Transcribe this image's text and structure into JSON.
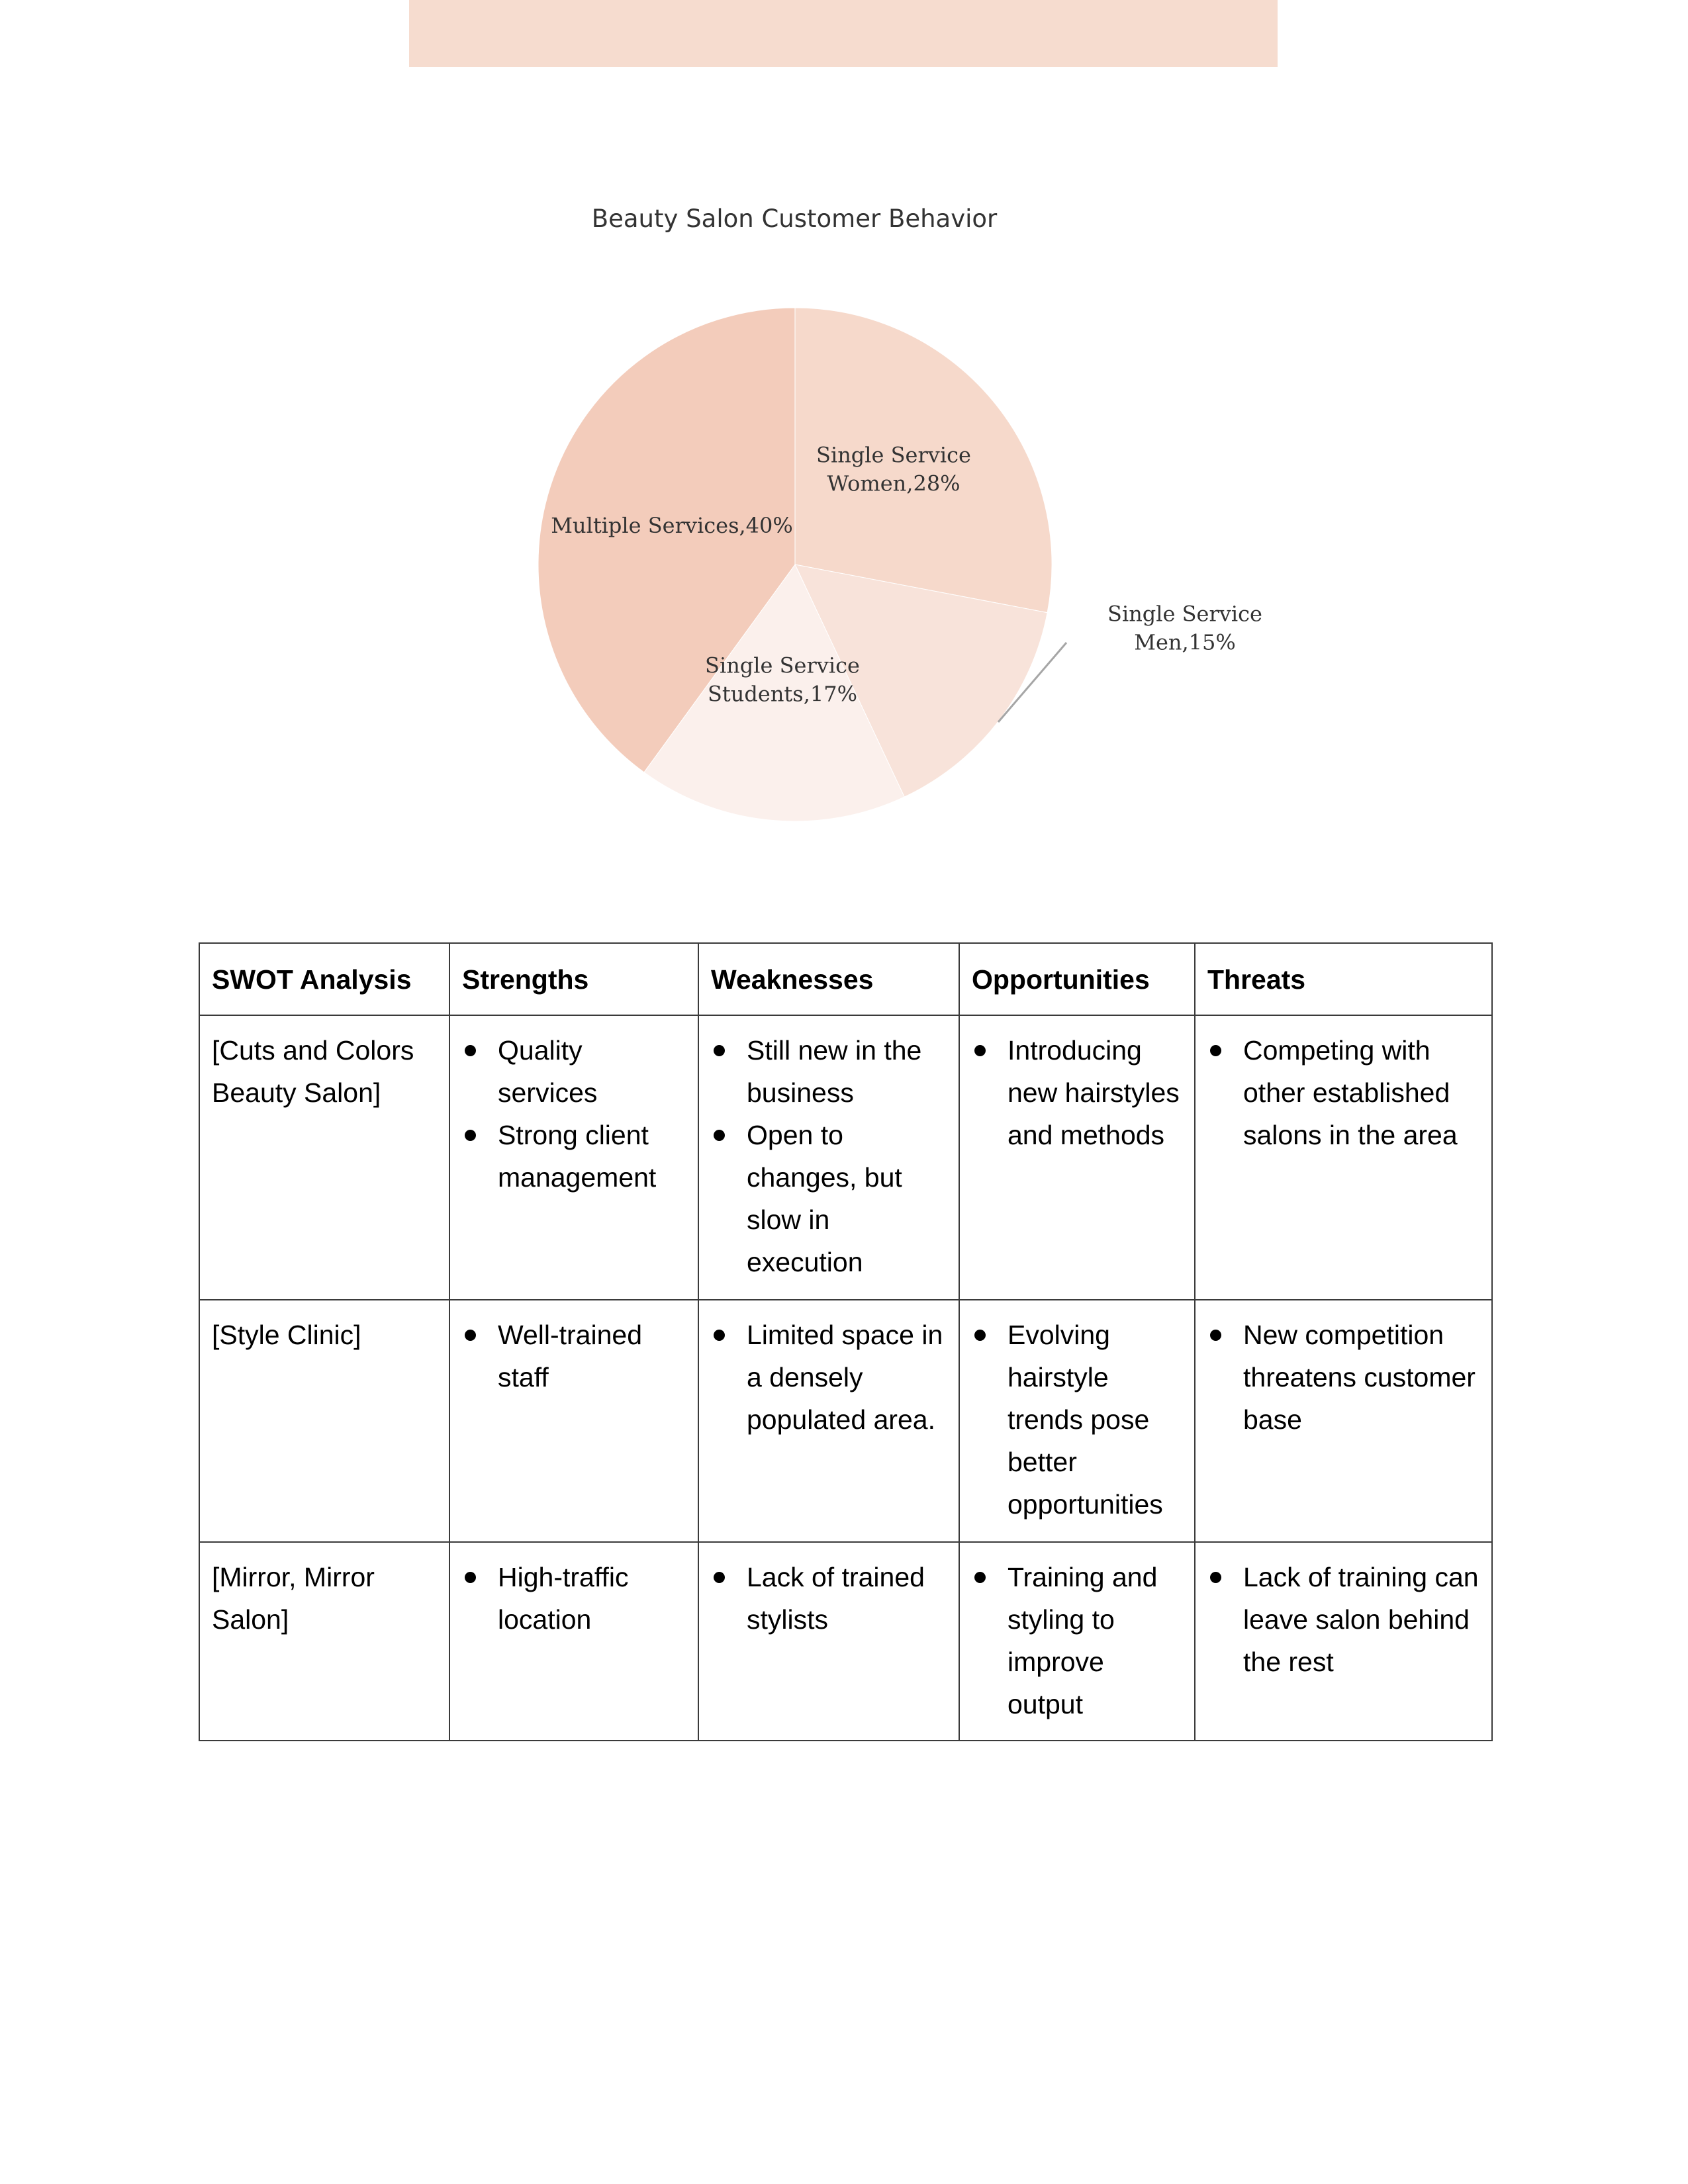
{
  "header_band": {
    "color": "#f6dccf"
  },
  "chart_data": {
    "type": "pie",
    "title": "Beauty Salon Customer Behavior",
    "slices": [
      {
        "label": "Single Service Women",
        "value": 28,
        "display": [
          "Single Service",
          "Women,28%"
        ],
        "color": "#f6d9cb"
      },
      {
        "label": "Single Service Men",
        "value": 15,
        "display": [
          "Single Service",
          "Men,15%"
        ],
        "color": "#f8e3da"
      },
      {
        "label": "Single Service Students",
        "value": 17,
        "display": [
          "Single Service",
          "Students,17%"
        ],
        "color": "#fbf0ec"
      },
      {
        "label": "Multiple Services",
        "value": 40,
        "display": [
          "Multiple Services,40%"
        ],
        "color": "#f3ccbb"
      }
    ],
    "start_angle_deg": 0,
    "direction": "clockwise"
  },
  "swot": {
    "headers": [
      "SWOT Analysis",
      "Strengths",
      "Weaknesses",
      "Opportunities",
      "Threats"
    ],
    "rows": [
      {
        "name": "[Cuts and Colors Beauty Salon]",
        "strengths": [
          "Quality services",
          "Strong client management"
        ],
        "weaknesses": [
          "Still new in the business",
          "Open to changes, but slow in execution"
        ],
        "opportunities": [
          "Introducing new hairstyles and methods"
        ],
        "threats": [
          "Competing with other established salons in the area"
        ]
      },
      {
        "name": "[Style Clinic]",
        "strengths": [
          "Well-trained staff"
        ],
        "weaknesses": [
          "Limited space in a densely populated area."
        ],
        "opportunities": [
          "Evolving hairstyle trends pose better opportunities"
        ],
        "threats": [
          "New competition threatens customer base"
        ]
      },
      {
        "name": "[Mirror, Mirror Salon]",
        "strengths": [
          "High-traffic location"
        ],
        "weaknesses": [
          "Lack of trained stylists"
        ],
        "opportunities": [
          "Training and styling to improve output"
        ],
        "threats": [
          "Lack of training can leave salon behind the rest"
        ]
      }
    ]
  }
}
